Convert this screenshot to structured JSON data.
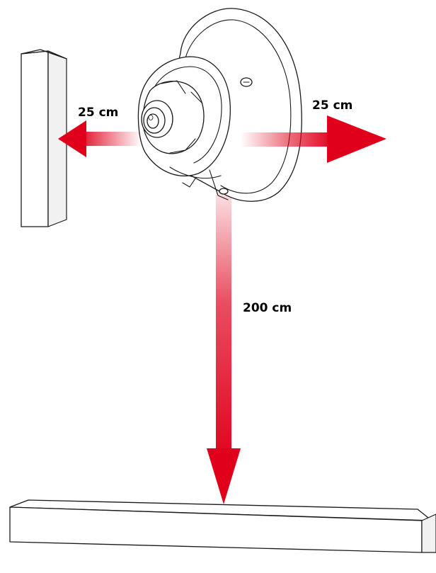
{
  "diagram": {
    "labels": {
      "left_clearance": "25 cm",
      "right_clearance": "25 cm",
      "bottom_clearance": "200 cm"
    },
    "colors": {
      "arrow": "#e0001b",
      "outline": "#1a1a1a",
      "obstacle_fill": "#f1f1f1"
    }
  }
}
